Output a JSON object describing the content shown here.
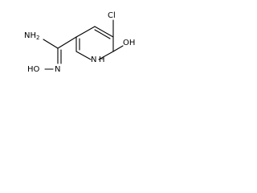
{
  "molecule": {
    "atoms": {
      "cl": "Cl",
      "nh2": "NH",
      "nh2_sub": "2",
      "oh": "OH",
      "ring_n": "N",
      "ring_nh_h": "H",
      "hon": "HO",
      "n_oxime": "N"
    },
    "colors": {
      "bond": "#000000",
      "text": "#000000",
      "background": "#ffffff"
    }
  }
}
